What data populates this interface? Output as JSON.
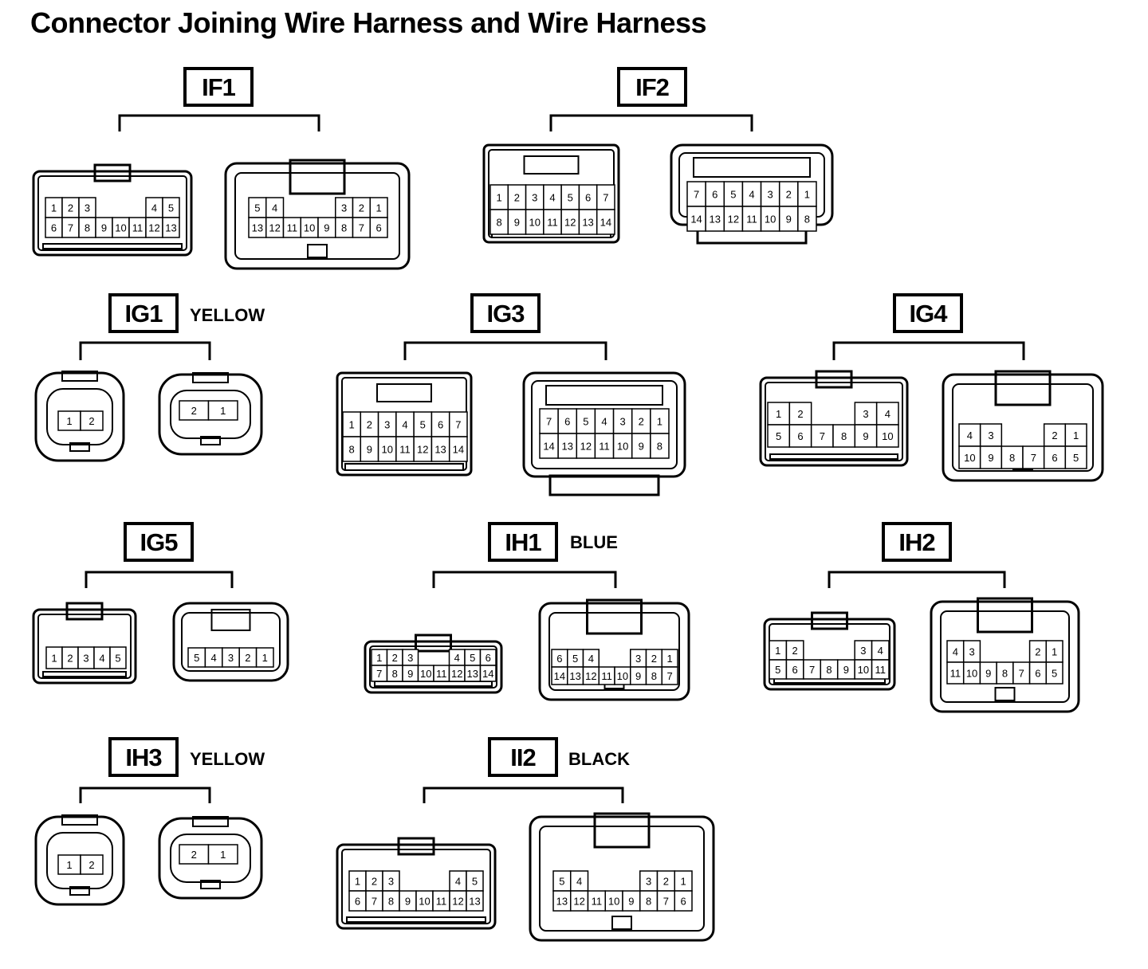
{
  "title": "Connector Joining Wire Harness and Wire Harness",
  "groups": [
    {
      "id": "IF1",
      "color": "",
      "connectors": [
        {
          "rows": [
            [
              "1",
              "2",
              "3",
              "",
              "",
              "",
              "4",
              "5"
            ],
            [
              "6",
              "7",
              "8",
              "9",
              "10",
              "11",
              "12",
              "13"
            ]
          ]
        },
        {
          "rows": [
            [
              "5",
              "4",
              "",
              "",
              "",
              "3",
              "2",
              "1"
            ],
            [
              "13",
              "12",
              "11",
              "10",
              "9",
              "8",
              "7",
              "6"
            ]
          ]
        }
      ]
    },
    {
      "id": "IF2",
      "color": "",
      "connectors": [
        {
          "rows": [
            [
              "1",
              "2",
              "3",
              "4",
              "5",
              "6",
              "7"
            ],
            [
              "8",
              "9",
              "10",
              "11",
              "12",
              "13",
              "14"
            ]
          ]
        },
        {
          "rows": [
            [
              "7",
              "6",
              "5",
              "4",
              "3",
              "2",
              "1"
            ],
            [
              "14",
              "13",
              "12",
              "11",
              "10",
              "9",
              "8"
            ]
          ]
        }
      ]
    },
    {
      "id": "IG1",
      "color": "YELLOW",
      "connectors": [
        {
          "rows": [
            [
              "1",
              "2"
            ]
          ]
        },
        {
          "rows": [
            [
              "2",
              "1"
            ]
          ]
        }
      ]
    },
    {
      "id": "IG3",
      "color": "",
      "connectors": [
        {
          "rows": [
            [
              "1",
              "2",
              "3",
              "4",
              "5",
              "6",
              "7"
            ],
            [
              "8",
              "9",
              "10",
              "11",
              "12",
              "13",
              "14"
            ]
          ]
        },
        {
          "rows": [
            [
              "7",
              "6",
              "5",
              "4",
              "3",
              "2",
              "1"
            ],
            [
              "14",
              "13",
              "12",
              "11",
              "10",
              "9",
              "8"
            ]
          ]
        }
      ]
    },
    {
      "id": "IG4",
      "color": "",
      "connectors": [
        {
          "rows": [
            [
              "1",
              "2",
              "",
              "",
              "3",
              "4"
            ],
            [
              "5",
              "6",
              "7",
              "8",
              "9",
              "10"
            ]
          ]
        },
        {
          "rows": [
            [
              "4",
              "3",
              "",
              "",
              "2",
              "1"
            ],
            [
              "10",
              "9",
              "8",
              "7",
              "6",
              "5"
            ]
          ]
        }
      ]
    },
    {
      "id": "IG5",
      "color": "",
      "connectors": [
        {
          "rows": [
            [
              "1",
              "2",
              "3",
              "4",
              "5"
            ]
          ]
        },
        {
          "rows": [
            [
              "5",
              "4",
              "3",
              "2",
              "1"
            ]
          ]
        }
      ]
    },
    {
      "id": "IH1",
      "color": "BLUE",
      "connectors": [
        {
          "rows": [
            [
              "1",
              "2",
              "3",
              "",
              "",
              "4",
              "5",
              "6"
            ],
            [
              "7",
              "8",
              "9",
              "10",
              "11",
              "12",
              "13",
              "14"
            ]
          ]
        },
        {
          "rows": [
            [
              "6",
              "5",
              "4",
              "",
              "",
              "3",
              "2",
              "1"
            ],
            [
              "14",
              "13",
              "12",
              "11",
              "10",
              "9",
              "8",
              "7"
            ]
          ]
        }
      ]
    },
    {
      "id": "IH2",
      "color": "",
      "connectors": [
        {
          "rows": [
            [
              "1",
              "2",
              "",
              "",
              "",
              "3",
              "4"
            ],
            [
              "5",
              "6",
              "7",
              "8",
              "9",
              "10",
              "11"
            ]
          ]
        },
        {
          "rows": [
            [
              "4",
              "3",
              "",
              "",
              "",
              "2",
              "1"
            ],
            [
              "11",
              "10",
              "9",
              "8",
              "7",
              "6",
              "5"
            ]
          ]
        }
      ]
    },
    {
      "id": "IH3",
      "color": "YELLOW",
      "connectors": [
        {
          "rows": [
            [
              "1",
              "2"
            ]
          ]
        },
        {
          "rows": [
            [
              "2",
              "1"
            ]
          ]
        }
      ]
    },
    {
      "id": "II2",
      "color": "BLACK",
      "connectors": [
        {
          "rows": [
            [
              "1",
              "2",
              "3",
              "",
              "",
              "",
              "4",
              "5"
            ],
            [
              "6",
              "7",
              "8",
              "9",
              "10",
              "11",
              "12",
              "13"
            ]
          ]
        },
        {
          "rows": [
            [
              "5",
              "4",
              "",
              "",
              "",
              "3",
              "2",
              "1"
            ],
            [
              "13",
              "12",
              "11",
              "10",
              "9",
              "8",
              "7",
              "6"
            ]
          ]
        }
      ]
    }
  ]
}
